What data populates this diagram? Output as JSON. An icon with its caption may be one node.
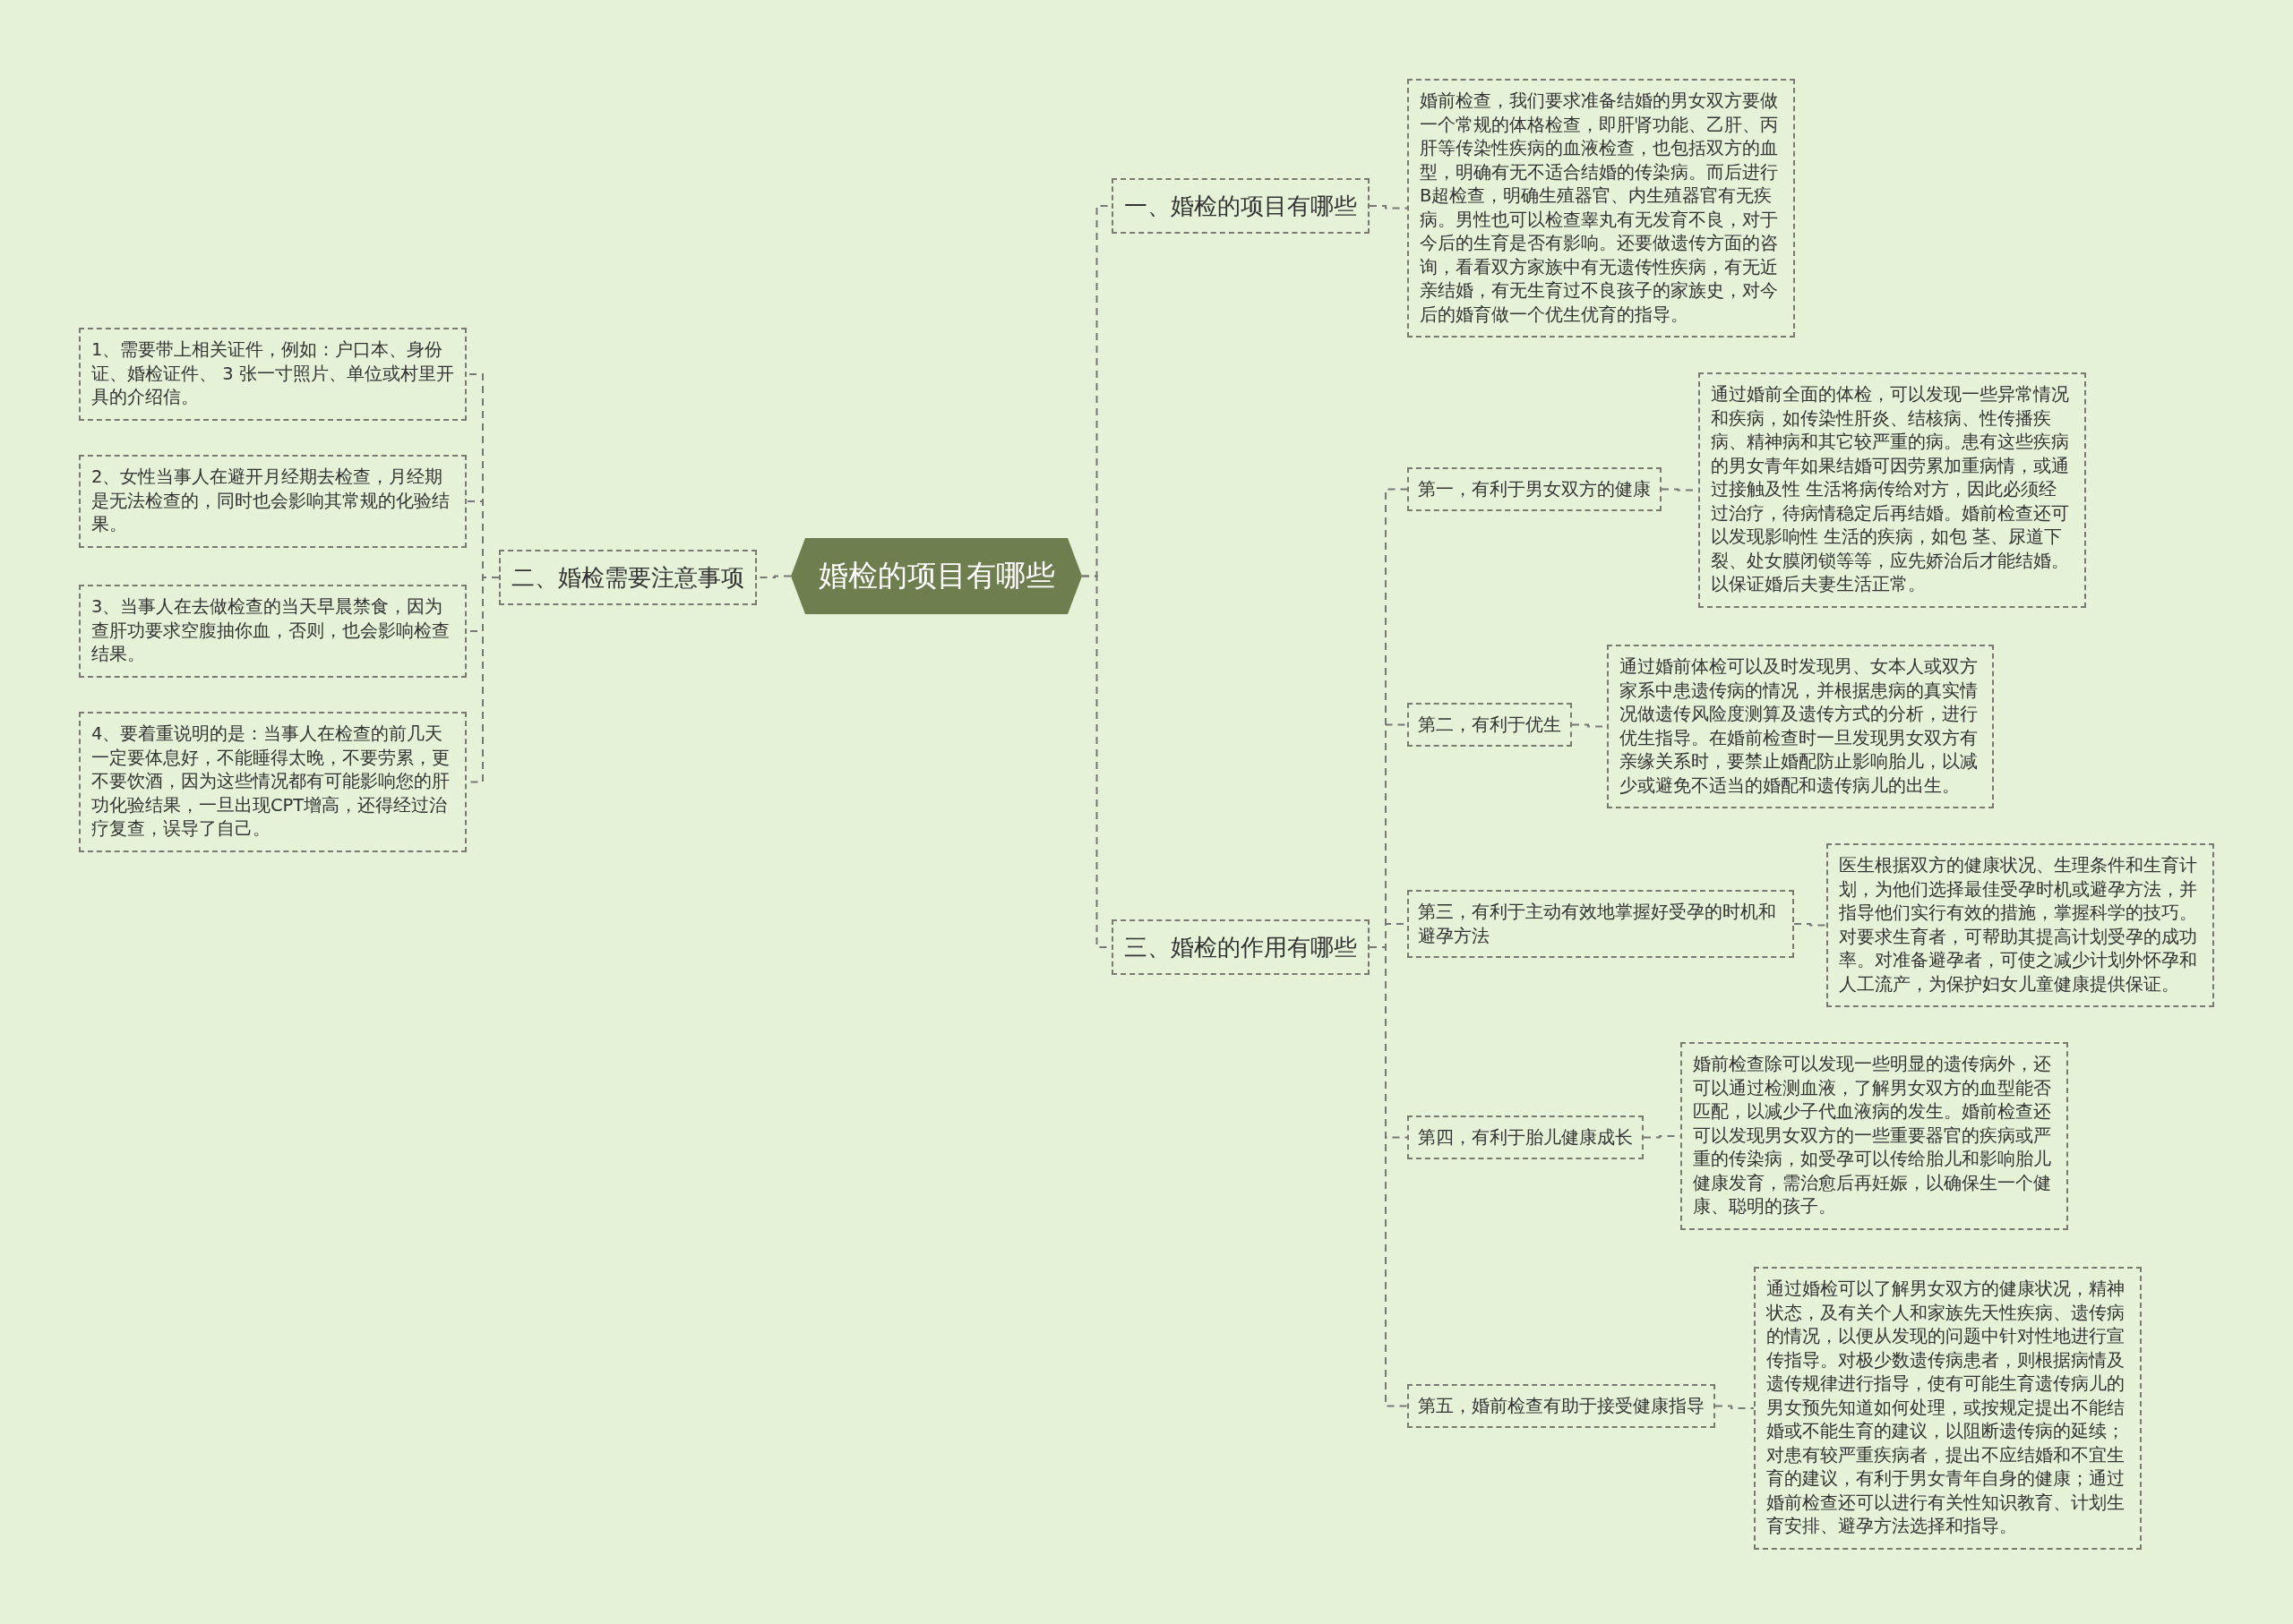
{
  "diagram": {
    "nodes": [
      {
        "text": [
          "婚检的项目有哪些"
        ]
      },
      {
        "text": [
          "一、婚检的项目有哪些"
        ]
      },
      {
        "text": [
          "婚前检查，我们要求准备结婚的男女双方要做一个常规的体格检查，即肝肾功能、乙肝、丙肝等传染性疾病的血液检查，也包括双方的血型，明确有无不适合结婚的传染病。而后进行B超检查，明确生殖器官、内生殖器官有无疾病。男性也可以检查睾丸有无发育不良，对于今后的生育是否有影响。还要做遗传方面的咨询，看看双方家族中有无遗传性疾病，有无近亲结婚，有无生育过不良孩子的家族史，对今后的婚育做一个优生优育的指导。"
        ]
      },
      {
        "text": [
          "二、婚检需要注意事项"
        ]
      },
      {
        "text": [
          "1、需要带上相关证件，例如：户口本、身份证、婚检证件、 3 张一寸照片、单位或村里开具的介绍信。"
        ]
      },
      {
        "text": [
          "2、女性当事人在避开月经期去检查，月经期是无法检查的，同时也会影响其常规的化验结果。"
        ]
      },
      {
        "text": [
          "3、当事人在去做检查的当天早晨禁食，因为查肝功要求空腹抽你血，否则，也会影响检查结果。"
        ]
      },
      {
        "text": [
          "4、要着重说明的是：当事人在检查的前几天一定要体息好，不能睡得太晚，不要劳累，更不要饮酒，因为这些情况都有可能影响您的肝功化验结果，一旦出现CPT增高，还得经过治疗复查，误导了自己。"
        ]
      },
      {
        "text": [
          "三、婚检的作用有哪些"
        ]
      },
      {
        "text": [
          "第一，有利于男女双方的健康"
        ]
      },
      {
        "text": [
          "通过婚前全面的体检，可以发现一些异常情况和疾病，如传染性肝炎、结核病、性传播疾病、精神病和其它较严重的病。患有这些疾病的男女青年如果结婚可因劳累加重病情，或通过接触及性 生活将病传给对方，因此必须经过治疗，待病情稳定后再结婚。婚前检查还可以发现影响性 生活的疾病，如包 茎、尿道下裂、处女膜闭锁等等，应先娇治后才能结婚。以保证婚后夫妻生活正常。"
        ]
      },
      {
        "text": [
          "第二，有利于优生"
        ]
      },
      {
        "text": [
          "通过婚前体检可以及时发现男、女本人或双方家系中患遗传病的情况，并根据患病的真实情况做遗传风险度测算及遗传方式的分析，进行优生指导。在婚前检查时一旦发现男女双方有亲缘关系时，要禁止婚配防止影响胎儿，以减少或避免不适当的婚配和遗传病儿的出生。"
        ]
      },
      {
        "text": [
          "第三，有利于主动有效地掌握好受孕的时机和避孕方法"
        ]
      },
      {
        "text": [
          "医生根据双方的健康状况、生理条件和生育计划，为他们选择最佳受孕时机或避孕方法，并指导他们实行有效的措施，掌握科学的技巧。对要求生育者，可帮助其提高计划受孕的成功率。对准备避孕者，可使之减少计划外怀孕和人工流产，为保护妇女儿童健康提供保证。"
        ]
      },
      {
        "text": [
          "第四，有利于胎儿健康成长"
        ]
      },
      {
        "text": [
          "婚前检查除可以发现一些明显的遗传病外，还可以通过检测血液，了解男女双方的血型能否匹配，以减少子代血液病的发生。婚前检查还可以发现男女双方的一些重要器官的疾病或严重的传染病，如受孕可以传给胎儿和影响胎儿健康发育，需治愈后再妊娠，以确保生一个健康、聪明的孩子。"
        ]
      },
      {
        "text": [
          "第五，婚前检查有助于接受健康指导"
        ]
      },
      {
        "text": [
          "通过婚检可以了解男女双方的健康状况，精神状态，及有关个人和家族先天性疾病、遗传病的情况，以便从发现的问题中针对性地进行宣传指导。对极少数遗传病患者，则根据病情及遗传规律进行指导，使有可能生育遗传病儿的男女预先知道如何处理，或按规定提出不能结婚或不能生育的建议，以阻断遗传病的延续；对患有较严重疾病者，提出不应结婚和不宜生育的建议，有利于男女青年自身的健康；通过婚前检查还可以进行有关性知识教育、计划生育安排、避孕方法选择和指导。"
        ]
      }
    ],
    "edges": [
      {
        "from": 0,
        "to": 1,
        "arrow": "none"
      },
      {
        "from": 1,
        "to": 2,
        "arrow": "none"
      },
      {
        "from": 0,
        "to": 3,
        "arrow": "none"
      },
      {
        "from": 3,
        "to": 4,
        "arrow": "none"
      },
      {
        "from": 3,
        "to": 5,
        "arrow": "none"
      },
      {
        "from": 3,
        "to": 6,
        "arrow": "none"
      },
      {
        "from": 3,
        "to": 7,
        "arrow": "none"
      },
      {
        "from": 0,
        "to": 8,
        "arrow": "none"
      },
      {
        "from": 8,
        "to": 9,
        "arrow": "none"
      },
      {
        "from": 9,
        "to": 10,
        "arrow": "none"
      },
      {
        "from": 8,
        "to": 11,
        "arrow": "none"
      },
      {
        "from": 11,
        "to": 12,
        "arrow": "none"
      },
      {
        "from": 8,
        "to": 13,
        "arrow": "none"
      },
      {
        "from": 13,
        "to": 14,
        "arrow": "none"
      },
      {
        "from": 8,
        "to": 15,
        "arrow": "none"
      },
      {
        "from": 15,
        "to": 16,
        "arrow": "none"
      },
      {
        "from": 8,
        "to": 17,
        "arrow": "none"
      },
      {
        "from": 17,
        "to": 18,
        "arrow": "none"
      }
    ]
  }
}
